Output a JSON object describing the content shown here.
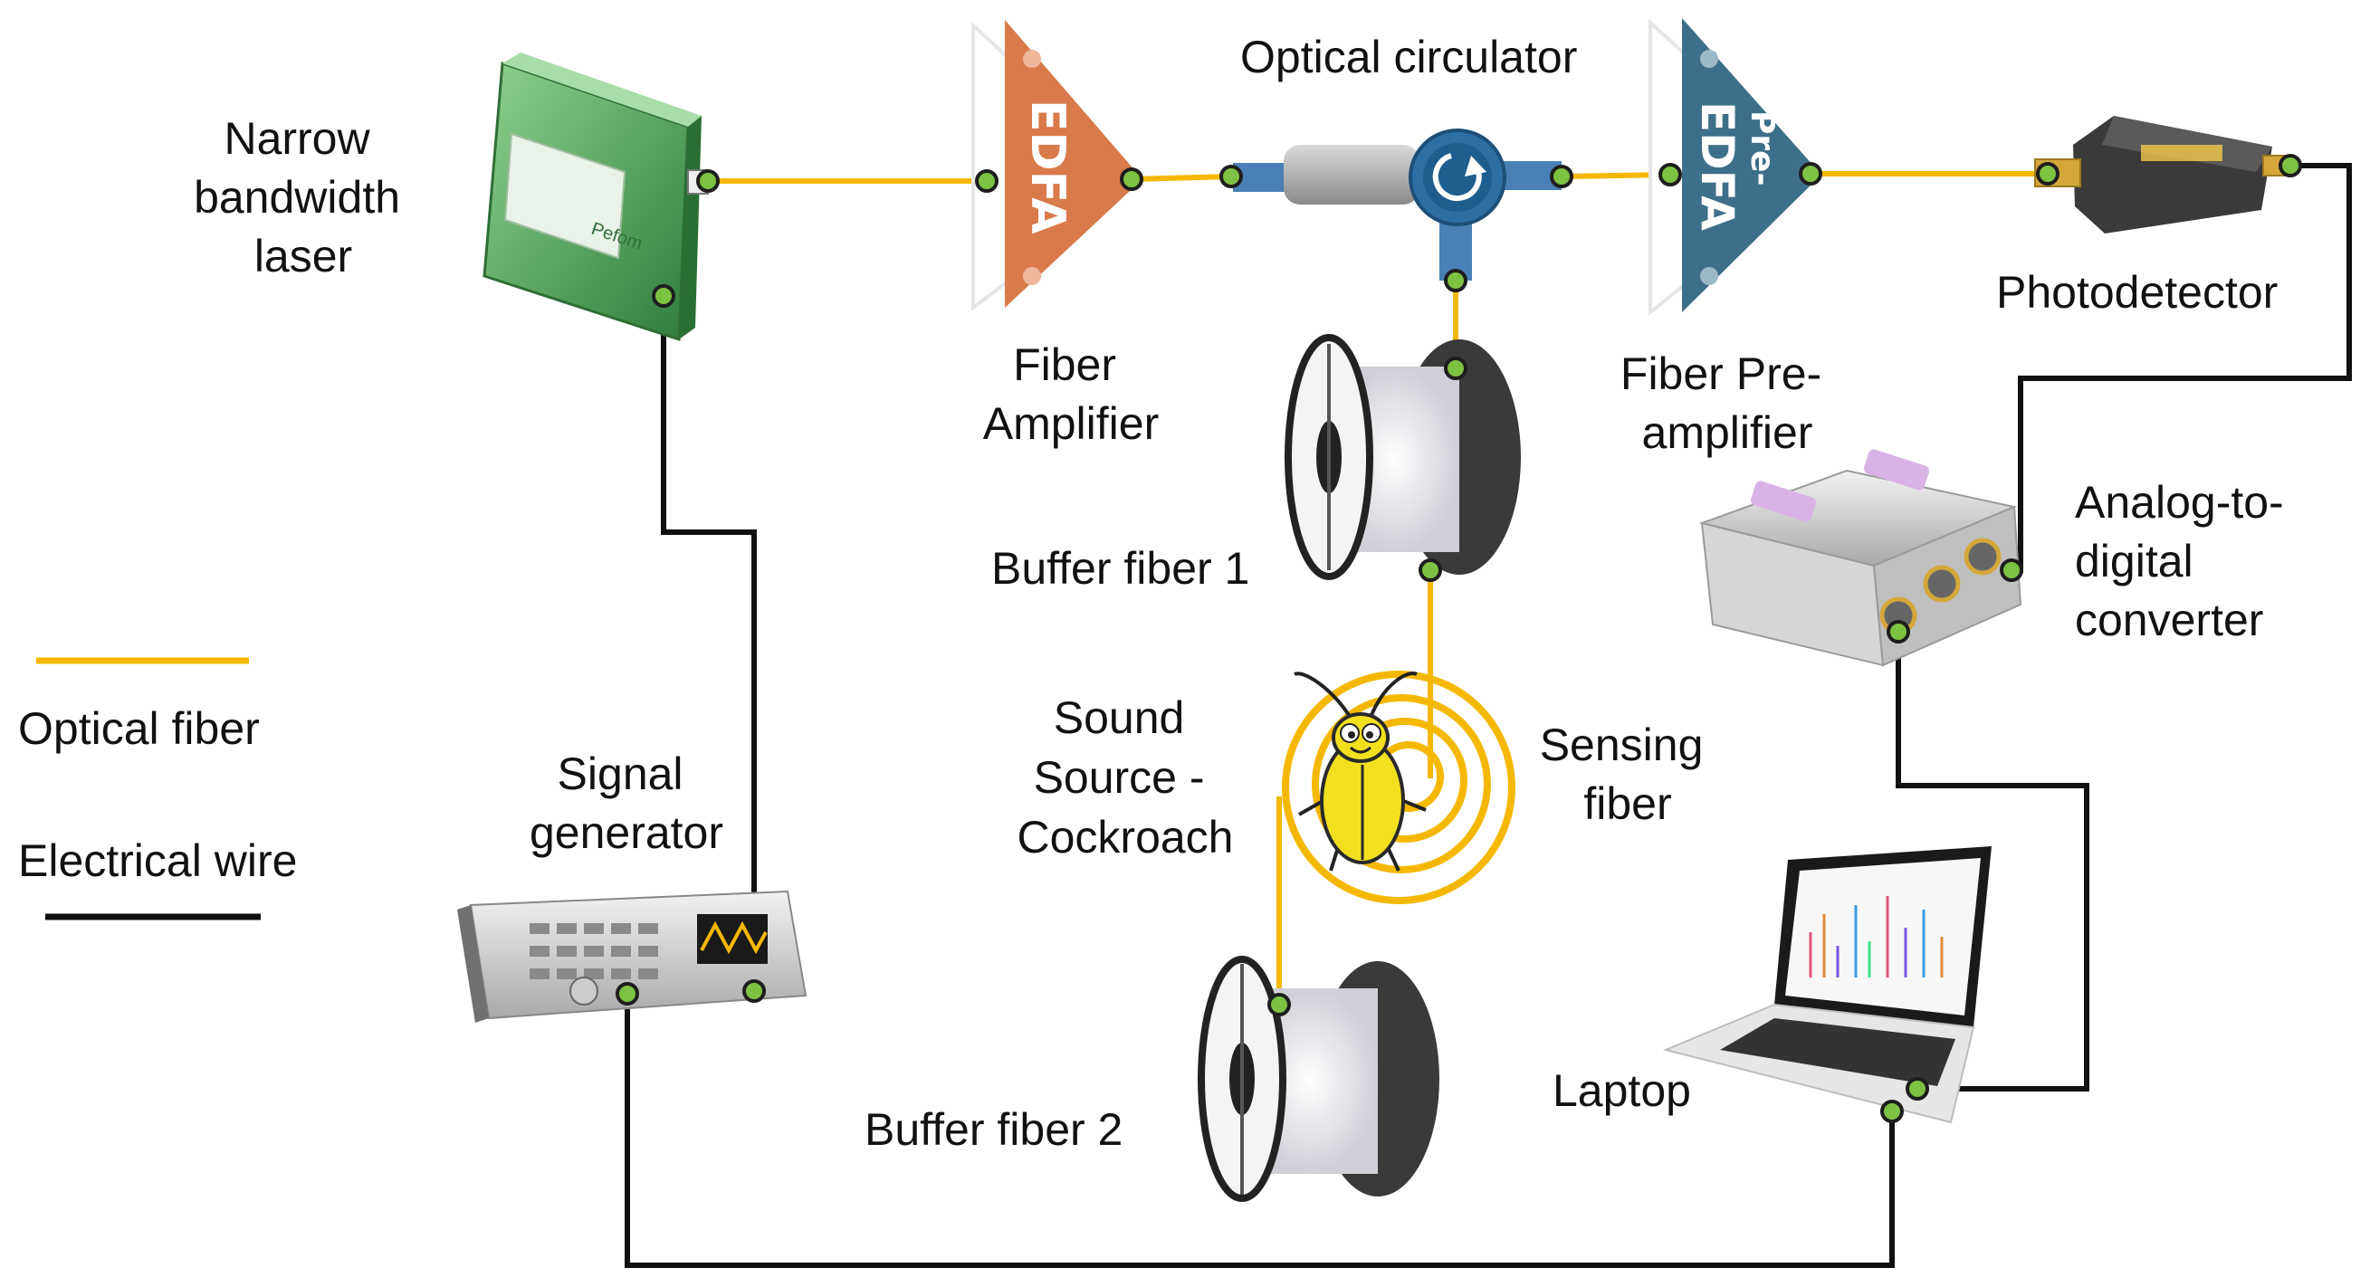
{
  "labels": {
    "laser": [
      "Narrow",
      "bandwidth",
      "laser"
    ],
    "amplifier": [
      "Fiber",
      "Amplifier"
    ],
    "circulator": "Optical circulator",
    "preamp": [
      "Fiber Pre-",
      "amplifier"
    ],
    "photodetector": "Photodetector",
    "adc": [
      "Analog-to-",
      "digital",
      "converter"
    ],
    "buffer1": "Buffer fiber 1",
    "buffer2": "Buffer fiber 2",
    "sound": [
      "Sound",
      "Source -",
      "Cockroach"
    ],
    "sensing": [
      "Sensing",
      "fiber"
    ],
    "signal_gen": [
      "Signal",
      "generator"
    ],
    "laptop": "Laptop"
  },
  "legend": {
    "optical": "Optical fiber",
    "electrical": "Electrical wire"
  },
  "device_text": {
    "edfa1": "EDFA",
    "edfa2_pre": "Pre-",
    "edfa2": "EDFA",
    "laser_brand": "Pefom"
  },
  "colors": {
    "optical_fiber": "#F5B800",
    "electrical_wire": "#111111",
    "node_fill": "#7DC242",
    "edfa_orange": "#D97A4A",
    "edfa_blue": "#3E6F8A",
    "laser_green": "#3F9E4A"
  }
}
